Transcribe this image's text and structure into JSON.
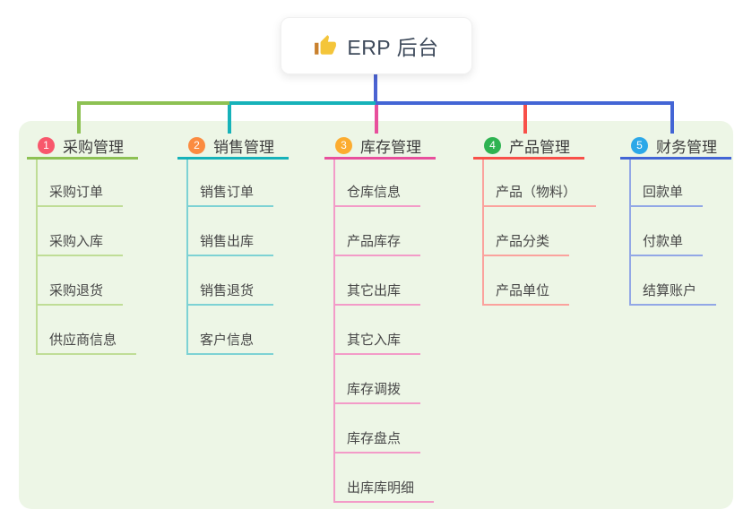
{
  "root": {
    "title": "ERP 后台",
    "icon": "thumbs-up-icon",
    "icon_color": "#F4C53A"
  },
  "connector": {
    "root_line_color": "#4B63D2"
  },
  "panel_color": "#EDF6E6",
  "branches": [
    {
      "number": "1",
      "label": "采购管理",
      "badge_color": "#F8576C",
      "line_color": "#8DC153",
      "child_line_color": "#BFDD96",
      "children": [
        "采购订单",
        "采购入库",
        "采购退货",
        "供应商信息"
      ]
    },
    {
      "number": "2",
      "label": "销售管理",
      "badge_color": "#FB8B40",
      "line_color": "#16B2B9",
      "child_line_color": "#7DD2D4",
      "children": [
        "销售订单",
        "销售出库",
        "销售退货",
        "客户信息"
      ]
    },
    {
      "number": "3",
      "label": "库存管理",
      "badge_color": "#FCAC2F",
      "line_color": "#E84F9C",
      "child_line_color": "#F39BC8",
      "children": [
        "仓库信息",
        "产品库存",
        "其它出库",
        "其它入库",
        "库存调拨",
        "库存盘点",
        "出库库明细"
      ]
    },
    {
      "number": "4",
      "label": "产品管理",
      "badge_color": "#2EB351",
      "line_color": "#F85049",
      "child_line_color": "#FBA29D",
      "children": [
        "产品（物料）",
        "产品分类",
        "产品单位"
      ]
    },
    {
      "number": "5",
      "label": "财务管理",
      "badge_color": "#2CA8E8",
      "line_color": "#4365D5",
      "child_line_color": "#92A7E6",
      "children": [
        "回款单",
        "付款单",
        "结算账户"
      ]
    }
  ]
}
